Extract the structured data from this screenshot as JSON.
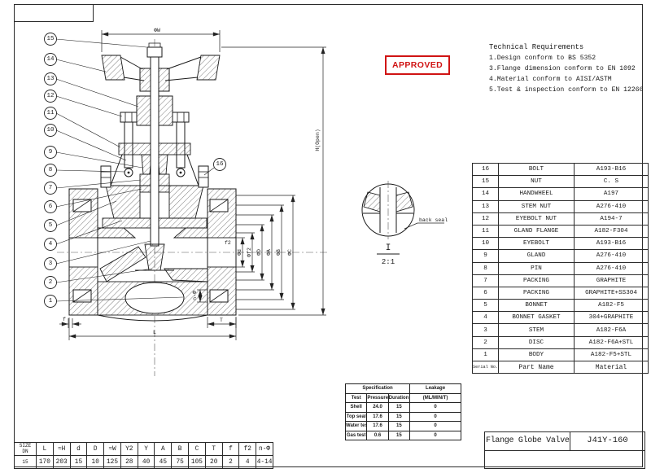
{
  "stamp": {
    "label": "APPROVED",
    "color": "#d01414"
  },
  "tech_requirements": {
    "title": "Technical Requirements",
    "items": [
      "1.Design conform to BS 5352",
      "3.Flange dimension conform to EN 1092",
      "4.Material conform to AISI/ASTM",
      "5.Test & inspection conform to EN 12266"
    ]
  },
  "parts_table": {
    "header": {
      "serial": "Serial No.",
      "name": "Part Name",
      "material": "Material"
    },
    "rows": [
      {
        "no": "16",
        "name": "BOLT",
        "material": "A193-B16"
      },
      {
        "no": "15",
        "name": "NUT",
        "material": "C. S"
      },
      {
        "no": "14",
        "name": "HANDWHEEL",
        "material": "A197"
      },
      {
        "no": "13",
        "name": "STEM NUT",
        "material": "A276-410"
      },
      {
        "no": "12",
        "name": "EYEBOLT NUT",
        "material": "A194-7"
      },
      {
        "no": "11",
        "name": "GLAND FLANGE",
        "material": "A182-F304"
      },
      {
        "no": "10",
        "name": "EYEBOLT",
        "material": "A193-B16"
      },
      {
        "no": "9",
        "name": "GLAND",
        "material": "A276-410"
      },
      {
        "no": "8",
        "name": "PIN",
        "material": "A276-410"
      },
      {
        "no": "7",
        "name": "PACKING",
        "material": "GRAPHITE"
      },
      {
        "no": "6",
        "name": "PACKING",
        "material": "GRAPHITE+SS304"
      },
      {
        "no": "5",
        "name": "BONNET",
        "material": "A182-F5"
      },
      {
        "no": "4",
        "name": "BONNET GASKET",
        "material": "304+GRAPHITE"
      },
      {
        "no": "3",
        "name": "STEM",
        "material": "A182-F6A"
      },
      {
        "no": "2",
        "name": "DISC",
        "material": "A182-F6A+STL"
      },
      {
        "no": "1",
        "name": "BODY",
        "material": "A182-F5+STL"
      }
    ]
  },
  "spec_table": {
    "group_spec": "Specification",
    "group_leakage": "Leakage",
    "columns": {
      "test": "Test",
      "pressure": "Pressure(MPa)",
      "duration": "Duration (S)",
      "leakage_unit": "(ML/MIN/T)"
    },
    "rows": [
      [
        "Shell",
        "24.0",
        "15",
        "0"
      ],
      [
        "Top seal",
        "17.6",
        "15",
        "0"
      ],
      [
        "Water test",
        "17.6",
        "15",
        "0"
      ],
      [
        "Gas test",
        "0.6",
        "15",
        "0"
      ]
    ]
  },
  "size_table": {
    "headers": [
      "SIZE\nDN",
      "L",
      "≈H",
      "d",
      "D",
      "≈W",
      "Y2",
      "Y",
      "A",
      "B",
      "C",
      "T",
      "f",
      "f2",
      "n-Φ"
    ],
    "values": [
      "15",
      "170",
      "203",
      "15",
      "10",
      "125",
      "28",
      "40",
      "45",
      "75",
      "105",
      "20",
      "2",
      "4",
      "4-14"
    ]
  },
  "title_block": {
    "product": "Flange Globe Valve",
    "model": "J41Y-160"
  },
  "detail_view": {
    "mark": "I",
    "scale": "2:1",
    "note": "back seal"
  },
  "drawing": {
    "balloons": [
      "15",
      "14",
      "13",
      "12",
      "11",
      "10",
      "9",
      "8",
      "7",
      "6",
      "5",
      "4",
      "3",
      "2",
      "1",
      "16"
    ],
    "dims": {
      "top_width": "ΦW",
      "height_open": "H(Open)",
      "length": "L",
      "flange_thickness": "T",
      "raised_face": "f",
      "f2": "f2",
      "bolt_holes": "n-Φ",
      "flange_circles": [
        "Φd",
        "Φf2",
        "ΦD",
        "ΦA",
        "ΦB",
        "ΦC"
      ]
    }
  }
}
